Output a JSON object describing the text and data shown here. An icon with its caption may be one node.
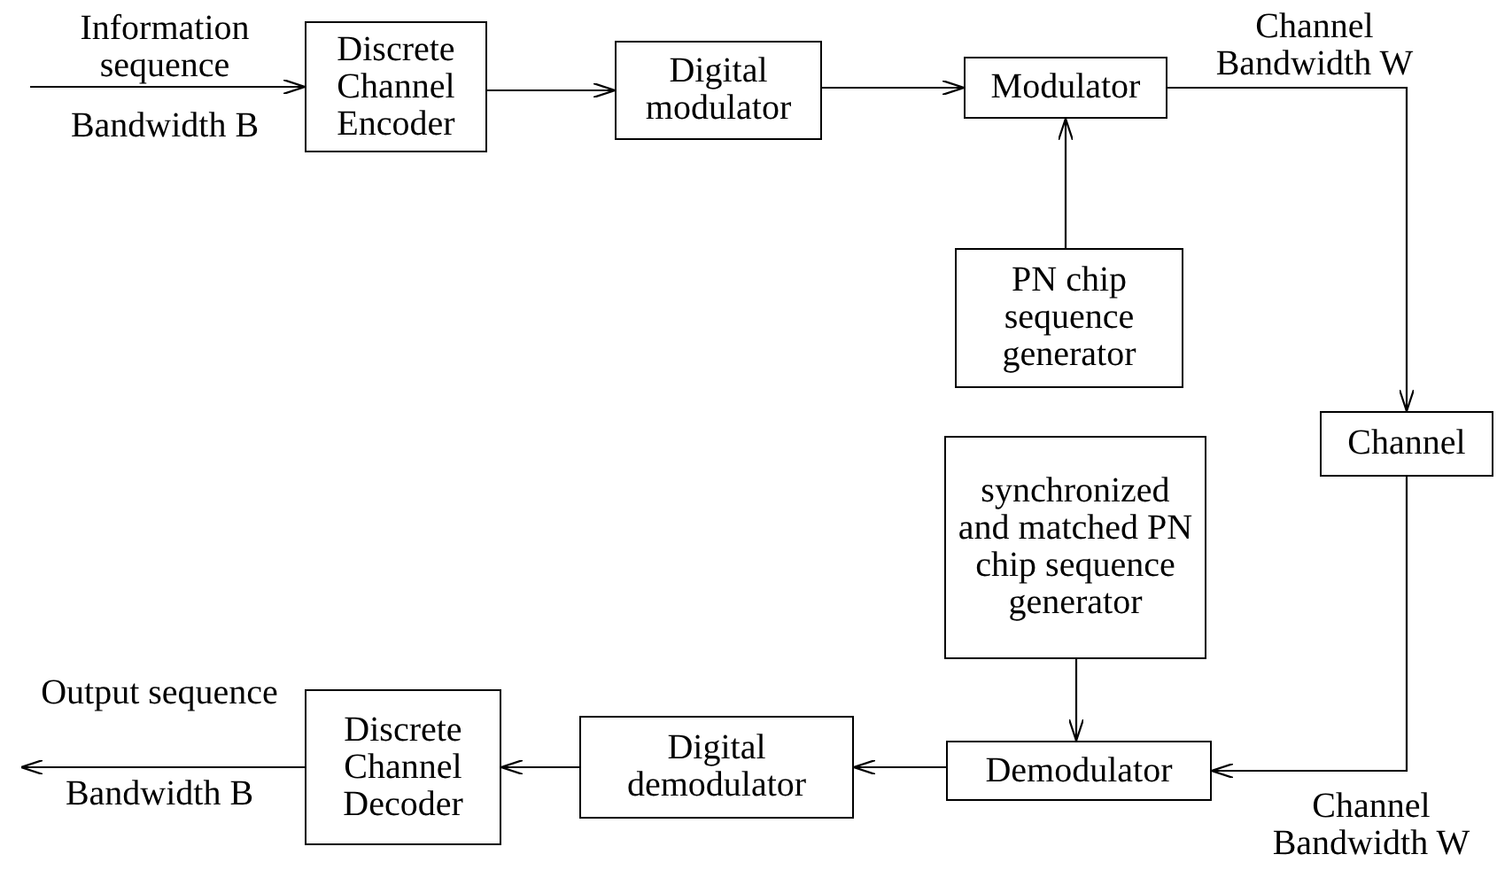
{
  "diagram": {
    "nodes": [
      {
        "text": [
          "Discrete Channel Encoder"
        ]
      },
      {
        "text": [
          "Digital modulator"
        ]
      },
      {
        "text": [
          "Modulator"
        ]
      },
      {
        "text": [
          "PN chip sequence generator"
        ]
      },
      {
        "text": [
          "Channel"
        ]
      },
      {
        "text": [
          "synchronized and matched PN chip sequence generator"
        ]
      },
      {
        "text": [
          "Demodulator"
        ]
      },
      {
        "text": [
          "Digital demodulator"
        ]
      },
      {
        "text": [
          "Discrete Channel Decoder"
        ]
      }
    ],
    "edges": [
      {
        "from": null,
        "to": 0,
        "arrow": "to"
      },
      {
        "from": 0,
        "to": 1,
        "arrow": "to"
      },
      {
        "from": 1,
        "to": 2,
        "arrow": "to"
      },
      {
        "from": 3,
        "to": 2,
        "arrow": "to"
      },
      {
        "from": 2,
        "to": 4,
        "label": "Channel Bandwidth W",
        "arrow": "to"
      },
      {
        "from": 4,
        "to": 6,
        "label": "Channel Bandwidth W",
        "arrow": "to"
      },
      {
        "from": 5,
        "to": 6,
        "arrow": "to"
      },
      {
        "from": 6,
        "to": 7,
        "arrow": "to"
      },
      {
        "from": 7,
        "to": 8,
        "arrow": "to"
      },
      {
        "from": 8,
        "to": null,
        "arrow": "to"
      }
    ],
    "labels": [
      "Information sequence",
      "Bandwidth B",
      "Output sequence",
      "Bandwidth B"
    ]
  }
}
